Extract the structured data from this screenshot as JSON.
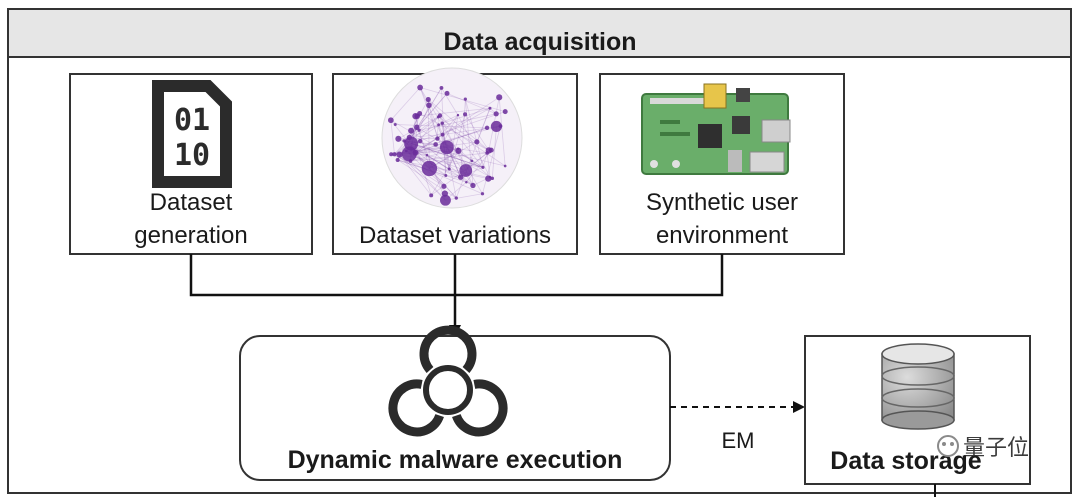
{
  "header": {
    "title": "Data acquisition"
  },
  "inputs": {
    "dataset_generation": {
      "line1": "Dataset",
      "line2": "generation"
    },
    "dataset_variations": {
      "label": "Dataset variations"
    },
    "synthetic_user": {
      "line1": "Synthetic user",
      "line2": "environment"
    }
  },
  "execution": {
    "label": "Dynamic malware execution"
  },
  "link": {
    "label": "EM"
  },
  "storage": {
    "label": "Data storage"
  },
  "watermark": {
    "label": "量子位"
  },
  "icons": {
    "binary_file": {
      "name": "binary-file-icon",
      "digits_top": "01",
      "digits_bottom": "10"
    },
    "network": "network-graph-icon",
    "board": "circuit-board-icon",
    "biohazard": "biohazard-icon",
    "database": "database-icon"
  },
  "colors": {
    "border": "#333333",
    "header_bg": "#e6e6e6",
    "network_purple": "#6a2c9a",
    "board_green": "#6aae6a",
    "database_gray": "#b0b0b0"
  }
}
